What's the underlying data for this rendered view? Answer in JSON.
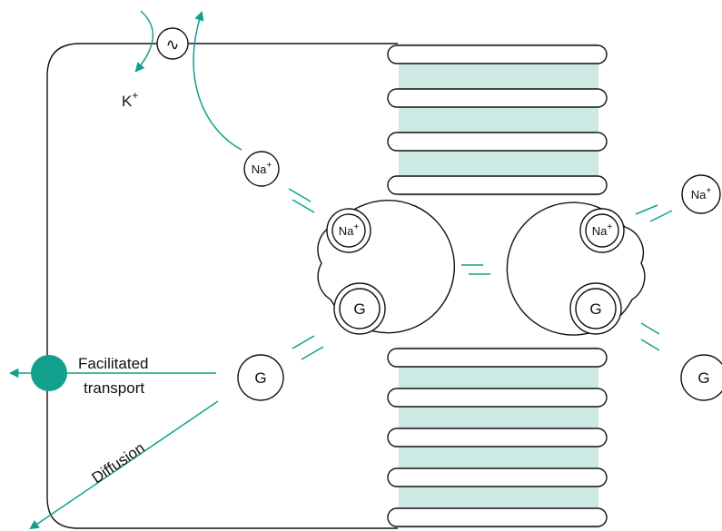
{
  "labels": {
    "potassium": "K",
    "potassium_charge": "+",
    "sodium": "Na",
    "sodium_charge": "+",
    "glucose": "G",
    "facilitated_line1": "Facilitated",
    "facilitated_line2": "transport",
    "diffusion": "Diffusion",
    "pump_symbol": "∿"
  },
  "colors": {
    "accent": "#10a08c",
    "microvilli_fill": "#cde9e3",
    "outline": "#111111"
  }
}
